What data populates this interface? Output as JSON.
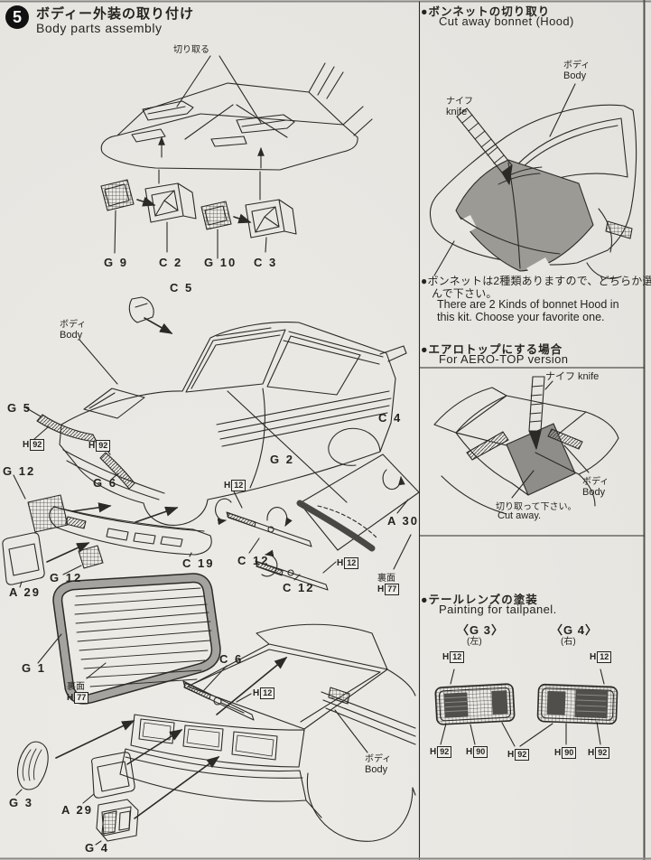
{
  "colors": {
    "paper": "#e9e7e2",
    "ink": "#2c2a26",
    "hood_shade": "#9c9a95",
    "panel_shade": "#8f8d89",
    "band": "#4a4845"
  },
  "header": {
    "step": "5",
    "title_jp": "ボディー外装の取り付け",
    "title_en": "Body parts assembly"
  },
  "labels": {
    "cut_out": "切り取る",
    "g9": "G 9",
    "c2": "C 2",
    "g10": "G 10",
    "c3": "C 3",
    "c5": "C 5",
    "g5": "G 5",
    "g12": "G 12",
    "g6": "G 6",
    "c19": "C 19",
    "g2": "G 2",
    "c4": "C 4",
    "a30": "A 30",
    "c12": "C 12",
    "a29": "A 29",
    "g1": "G 1",
    "c6": "C 6",
    "g3": "G 3",
    "g4": "G 4",
    "body_jp": "ボディ",
    "body_en": "Body",
    "back_jp": "裏面",
    "h": "H",
    "n12": "12",
    "n77": "77",
    "n90": "90",
    "n92": "92"
  },
  "right": {
    "bonnet_title_jp": "●ボンネットの切り取り",
    "bonnet_title_en": "Cut away bonnet (Hood)",
    "knife_jp": "ナイフ",
    "knife_en": "knife",
    "note_jp_1": "●ボンネットは2種類ありますので、どちらか選",
    "note_jp_2": "んで下さい。",
    "note_en_1": "There are 2 Kinds of bonnet Hood in",
    "note_en_2": "this kit. Choose your favorite one.",
    "aero_title_jp": "●エアロトップにする場合",
    "aero_title_en": "For AERO-TOP version",
    "knife_combo": "ナイフ knife",
    "cut_jp": "切り取って下さい。",
    "cut_en": "Cut away.",
    "tail_title_jp": "●テールレンズの塗装",
    "tail_title_en": "Painting for tailpanel.",
    "g3_bracket": "〈G 3〉",
    "g3_side": "(左)",
    "g4_bracket": "〈G 4〉",
    "g4_side": "(右)"
  }
}
